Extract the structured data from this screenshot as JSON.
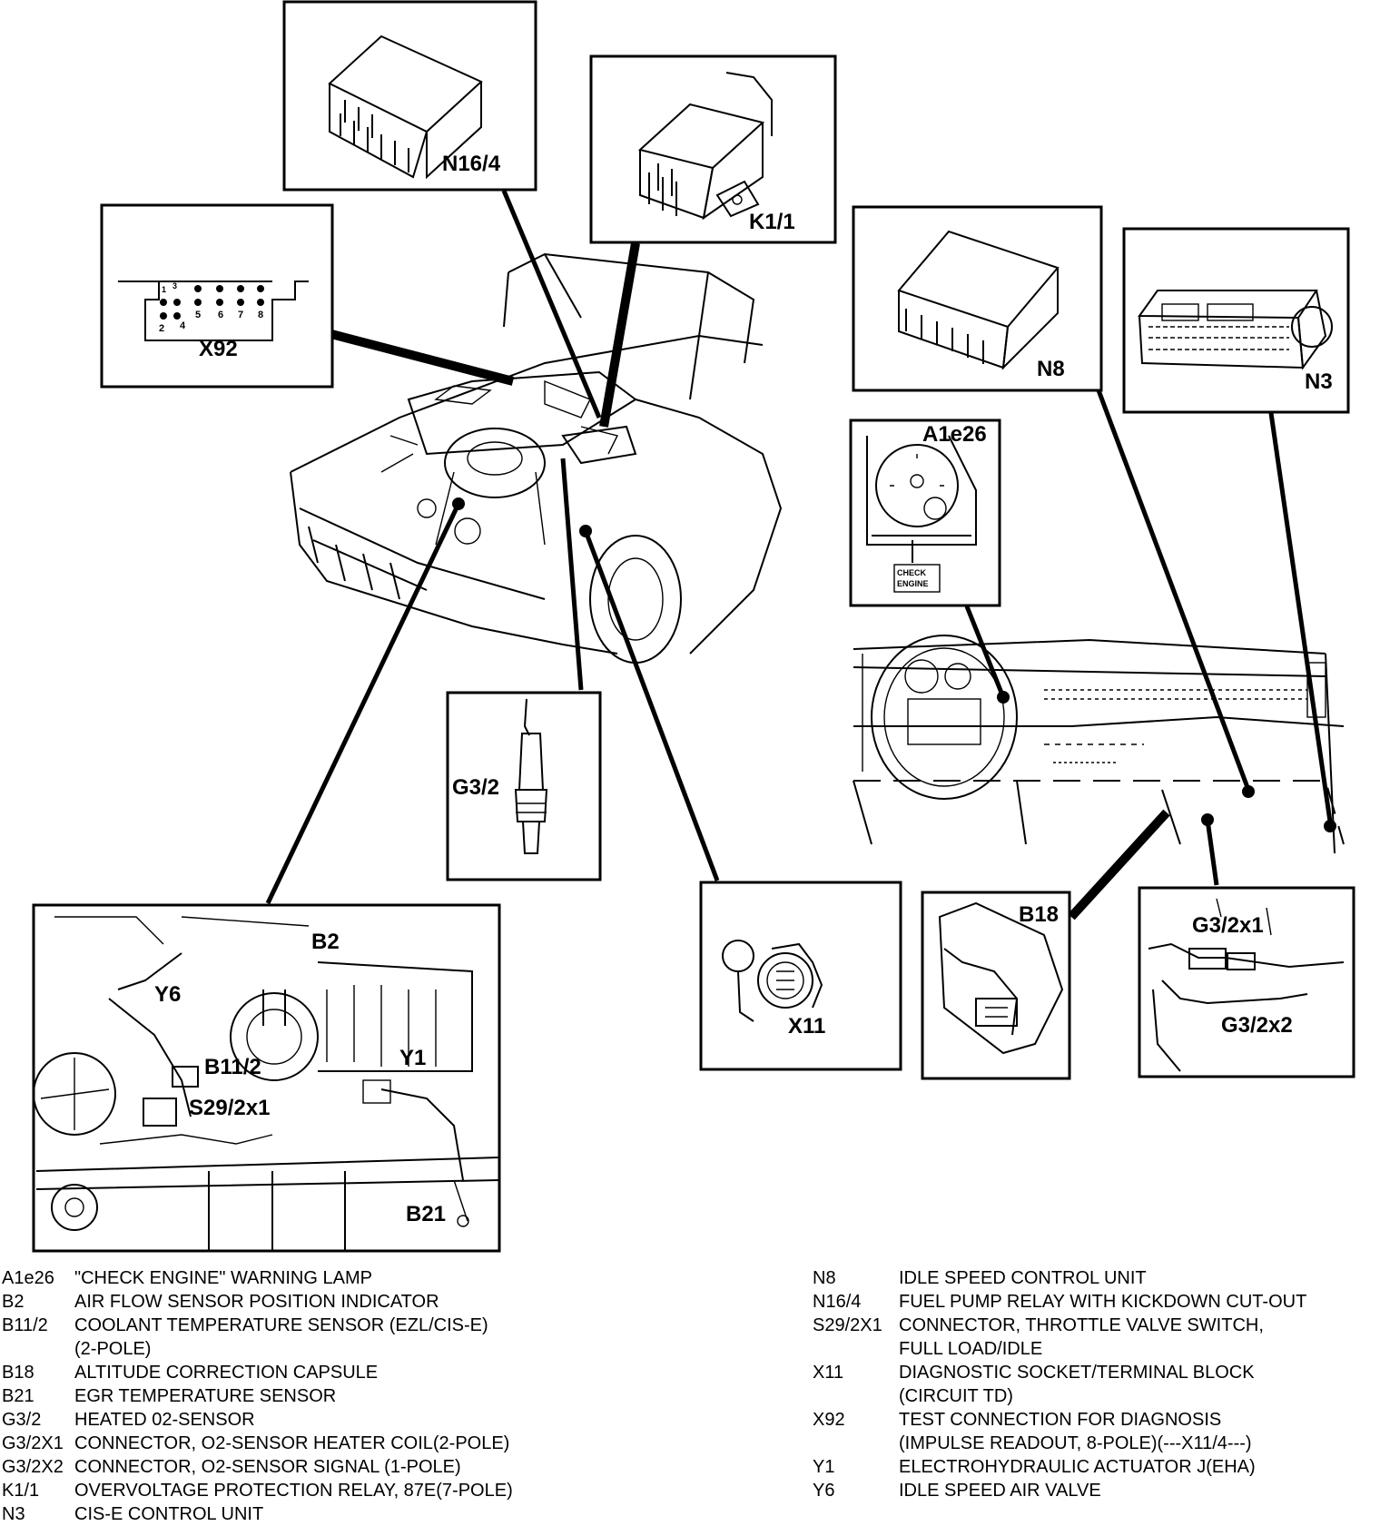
{
  "labels": {
    "n16_4": "N16/4",
    "k1_1": "K1/1",
    "x92": "X92",
    "n8": "N8",
    "n3": "N3",
    "a1e26": "A1e26",
    "check_engine_1": "CHECK",
    "check_engine_2": "ENGINE",
    "g3_2": "G3/2",
    "x11": "X11",
    "b18": "B18",
    "g3_2x1": "G3/2x1",
    "g3_2x2": "G3/2x2",
    "b2": "B2",
    "y6": "Y6",
    "b11_2": "B11/2",
    "y1": "Y1",
    "s29_2x1": "S29/2x1",
    "b21": "B21"
  },
  "x92_pins": {
    "top": [
      "1",
      "3"
    ],
    "mid": [
      "5",
      "6",
      "7",
      "8"
    ],
    "bottom": [
      "2",
      "4"
    ]
  },
  "legend_left": [
    {
      "code": "A1e26",
      "desc": "\"CHECK ENGINE\" WARNING LAMP"
    },
    {
      "code": "B2",
      "desc": "AIR FLOW SENSOR POSITION INDICATOR"
    },
    {
      "code": "B11/2",
      "desc": "COOLANT TEMPERATURE SENSOR (EZL/CIS-E)"
    },
    {
      "code": "",
      "desc": "(2-POLE)"
    },
    {
      "code": "B18",
      "desc": "ALTITUDE CORRECTION CAPSULE"
    },
    {
      "code": "B21",
      "desc": "EGR TEMPERATURE SENSOR"
    },
    {
      "code": "G3/2",
      "desc": "HEATED 02-SENSOR"
    },
    {
      "code": "G3/2X1",
      "desc": "CONNECTOR, O2-SENSOR HEATER COIL(2-POLE)"
    },
    {
      "code": "G3/2X2",
      "desc": "CONNECTOR, O2-SENSOR SIGNAL (1-POLE)"
    },
    {
      "code": "K1/1",
      "desc": "OVERVOLTAGE PROTECTION RELAY, 87E(7-POLE)"
    },
    {
      "code": "N3",
      "desc": "CIS-E CONTROL UNIT"
    }
  ],
  "legend_right": [
    {
      "code": "N8",
      "desc": "IDLE SPEED CONTROL UNIT"
    },
    {
      "code": "N16/4",
      "desc": "FUEL PUMP RELAY WITH KICKDOWN CUT-OUT"
    },
    {
      "code": "S29/2X1",
      "desc": "CONNECTOR, THROTTLE VALVE SWITCH,"
    },
    {
      "code": "",
      "desc": "FULL LOAD/IDLE"
    },
    {
      "code": "X11",
      "desc": "DIAGNOSTIC SOCKET/TERMINAL BLOCK"
    },
    {
      "code": "",
      "desc": "(CIRCUIT TD)"
    },
    {
      "code": "X92",
      "desc": "TEST CONNECTION FOR DIAGNOSIS"
    },
    {
      "code": "",
      "desc": "(IMPULSE READOUT, 8-POLE)(---X11/4---)"
    },
    {
      "code": "Y1",
      "desc": "ELECTROHYDRAULIC ACTUATOR J(EHA)"
    },
    {
      "code": "Y6",
      "desc": "IDLE SPEED AIR VALVE"
    }
  ]
}
